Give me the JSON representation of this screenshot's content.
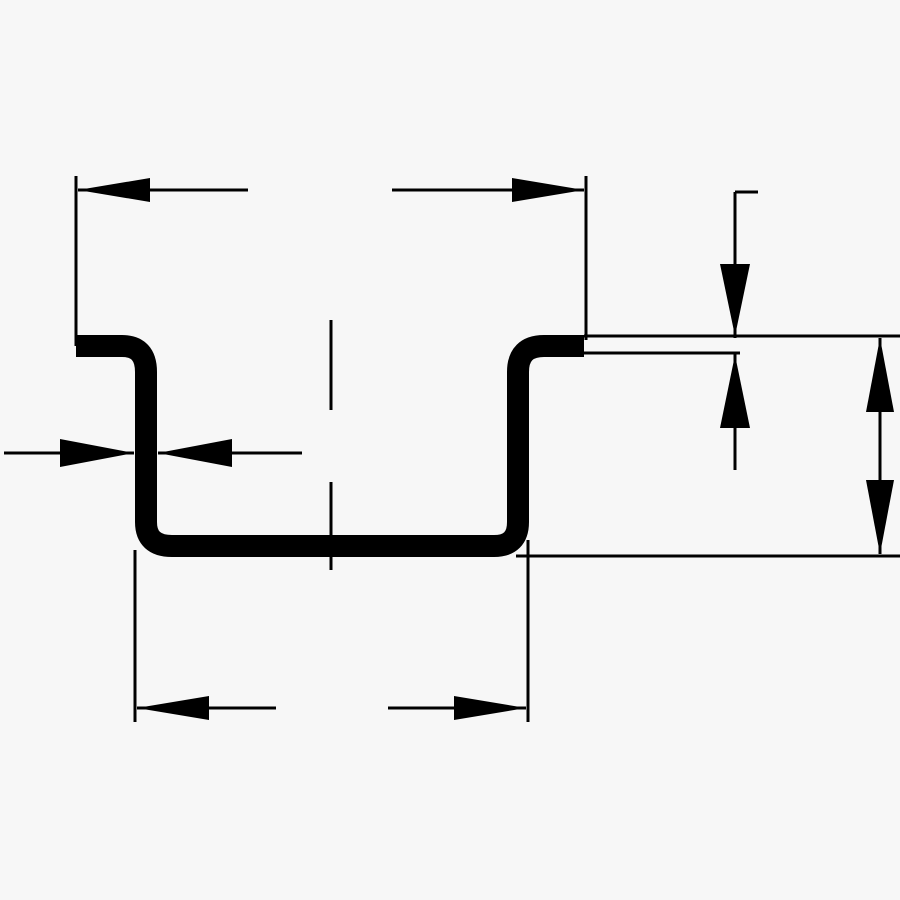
{
  "diagram": {
    "kind": "top-hat-rail-profile-dimensions",
    "colors": {
      "background": "#ffffff",
      "paper": "#f7f7f7",
      "ink": "#000000"
    },
    "dimensions": [
      {
        "id": "overall-width",
        "label": ""
      },
      {
        "id": "inner-width",
        "label": ""
      },
      {
        "id": "total-height",
        "label": ""
      },
      {
        "id": "flange-thickness",
        "label": ""
      },
      {
        "id": "wall-thickness",
        "label": ""
      }
    ]
  }
}
